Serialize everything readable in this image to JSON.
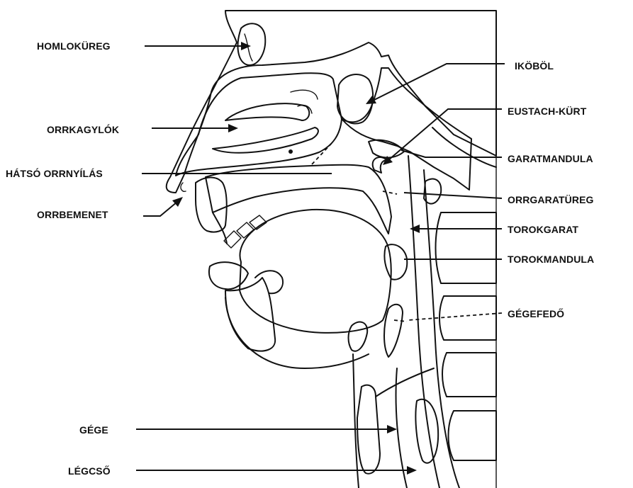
{
  "labels": {
    "homlokureg": "HOMLOKÜREG",
    "orrkagylok": "ORRKAGYLÓK",
    "hatso_orrnyilas": "HÁTSÓ ORRNYÍLÁS",
    "orrbemenet": "ORRBEMENET",
    "gege": "GÉGE",
    "legcso": "LÉGCSŐ",
    "ikobol": "IKÖBÖL",
    "eustach_kurt": "EUSTACH-KÜRT",
    "garatmandula": "GARATMANDULA",
    "orrgaratureg": "ORRGARATÜREG",
    "torokgarat": "TOROKGARAT",
    "torokmandula": "TOROKMANDULA",
    "gegefedo": "GÉGEFEDŐ"
  }
}
